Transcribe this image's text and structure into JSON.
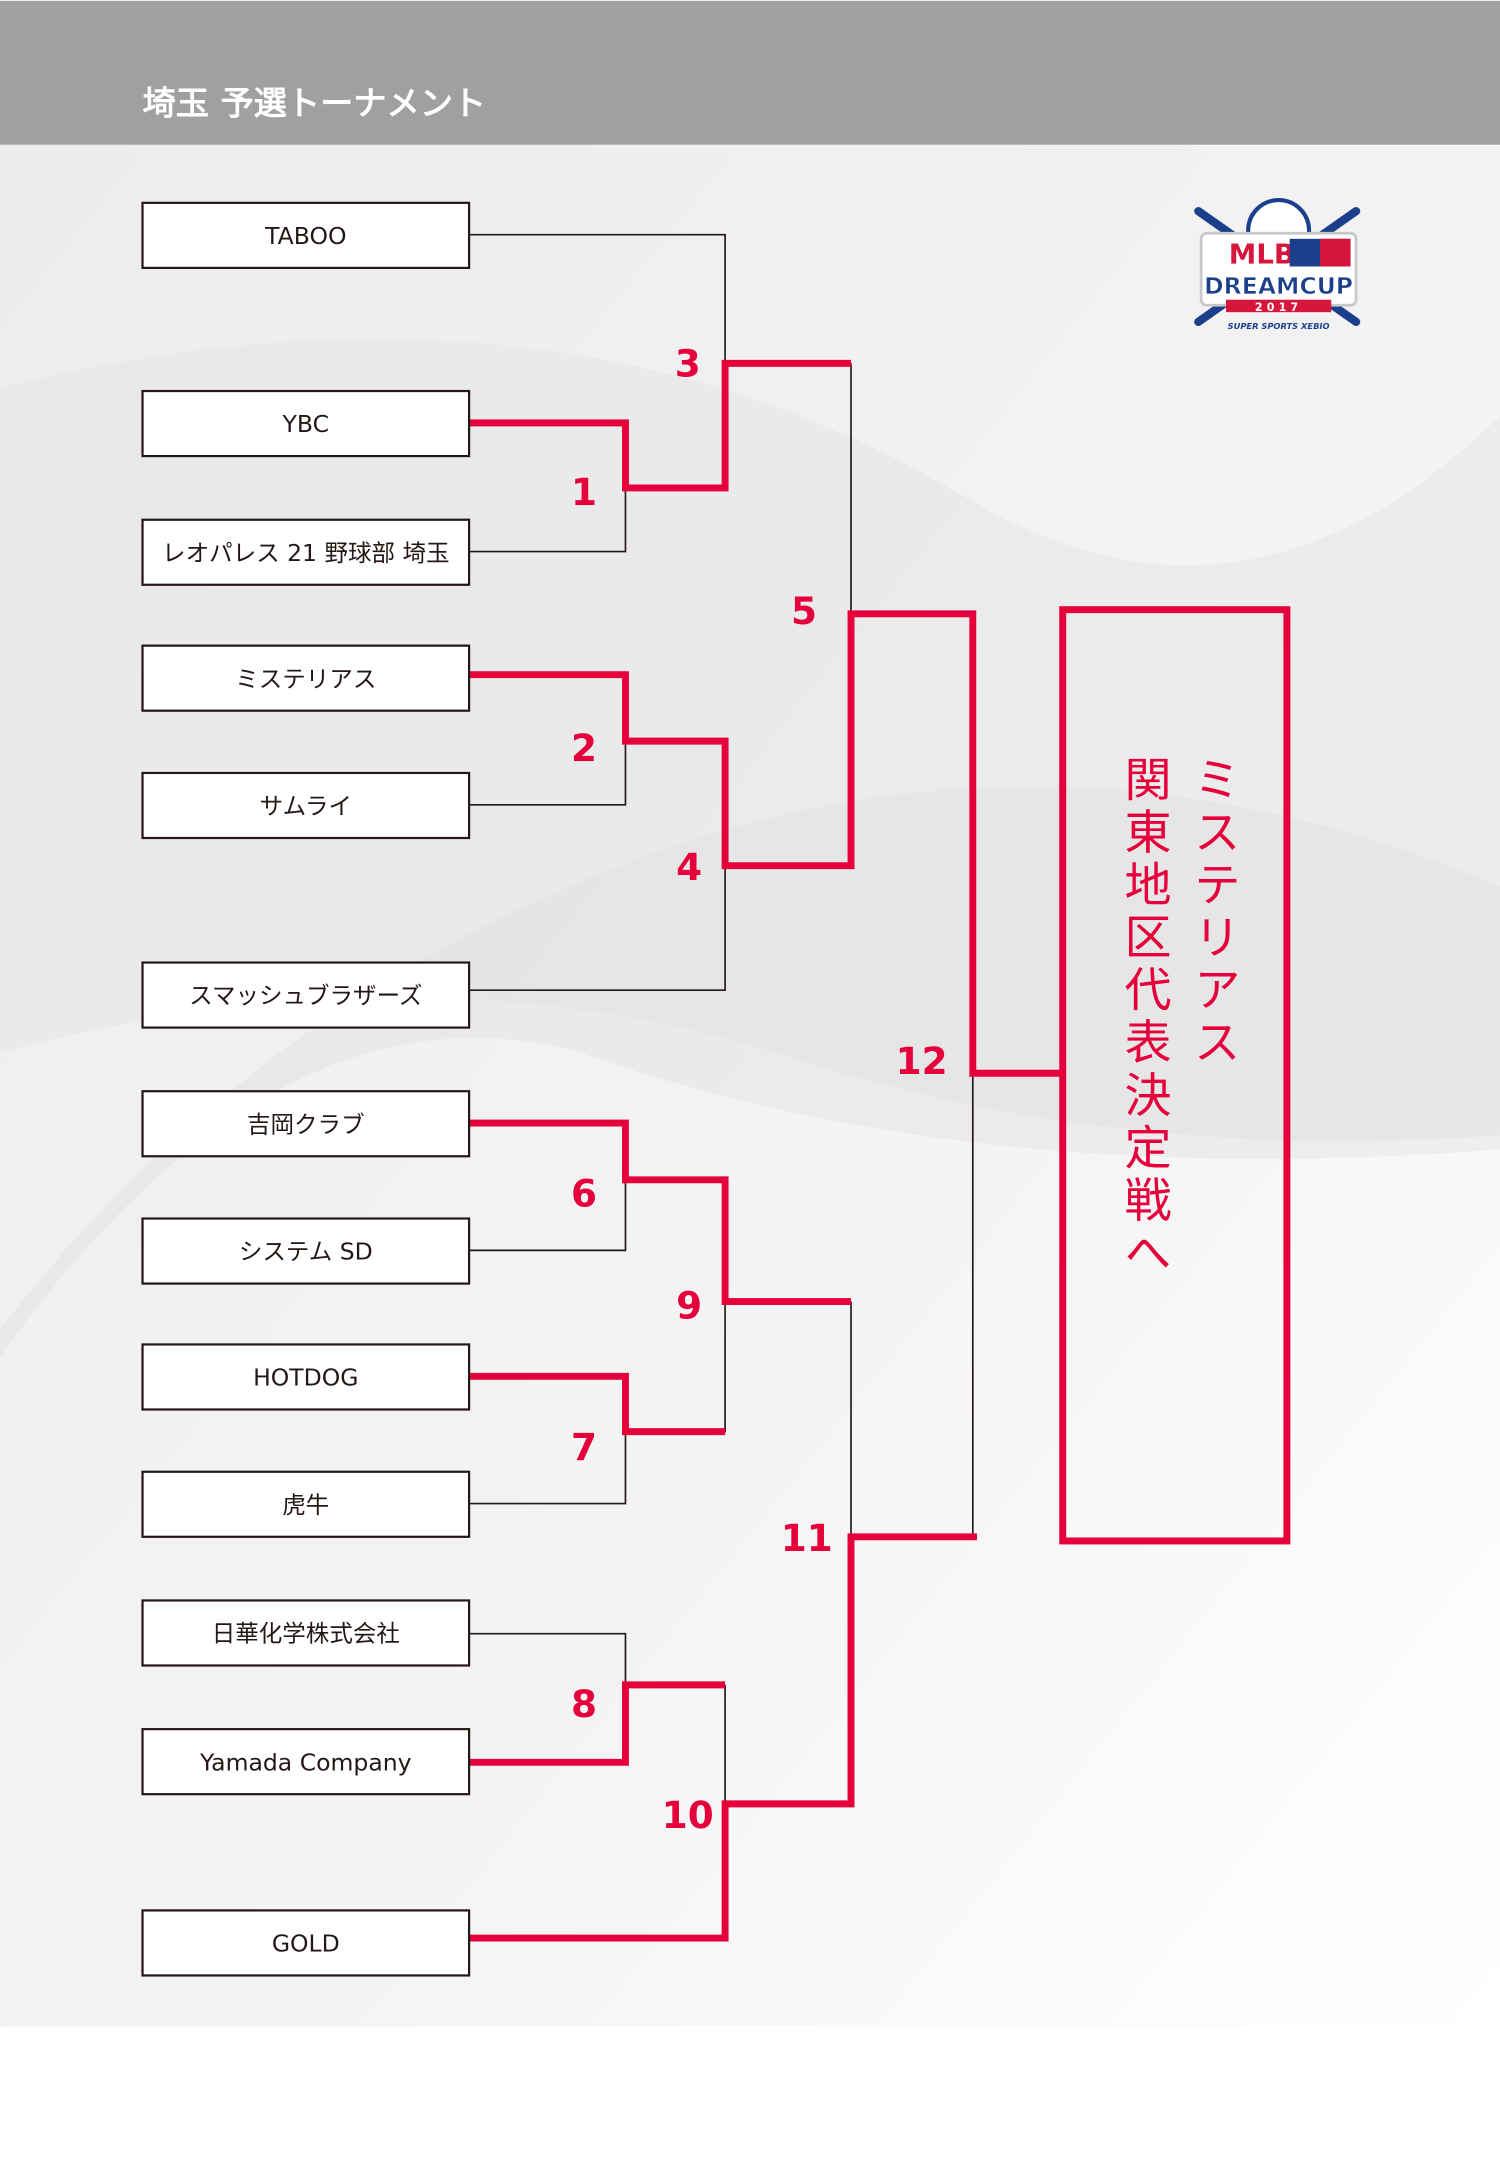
{
  "header": {
    "title": "埼玉 予選トーナメント"
  },
  "colors": {
    "accent": "#e5003c",
    "header_bg": "#a0a09f",
    "line": "#231815"
  },
  "logo": {
    "line1": "MLB",
    "line2": "DREAMCUP",
    "year": "2017",
    "sponsor": "SUPER SPORTS XEBIO"
  },
  "teams": [
    "TABOO",
    "YBC",
    "レオパレス 21 野球部 埼玉",
    "ミステリアス",
    "サムライ",
    "スマッシュブラザーズ",
    "吉岡クラブ",
    "システム SD",
    "HOTDOG",
    "虎牛",
    "日華化学株式会社",
    "Yamada Company",
    "GOLD"
  ],
  "matches": [
    "1",
    "2",
    "3",
    "4",
    "5",
    "6",
    "7",
    "8",
    "9",
    "10",
    "11",
    "12"
  ],
  "result": {
    "winner": "ミステリアス",
    "advance": "関東地区代表決定戦へ"
  }
}
